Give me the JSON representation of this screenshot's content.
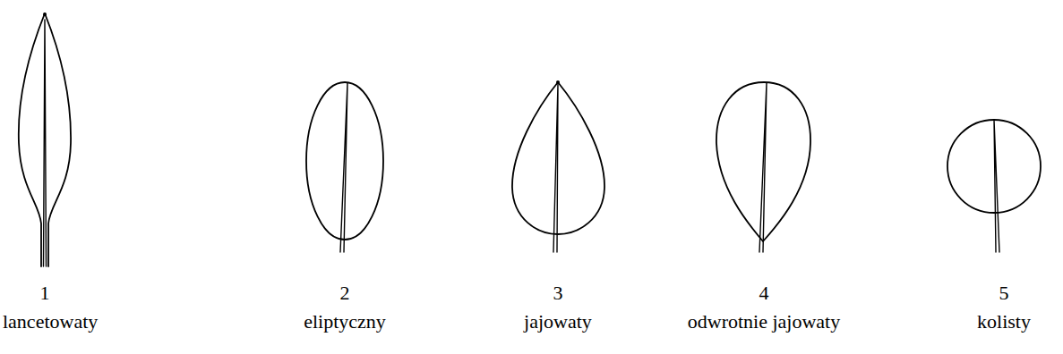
{
  "diagram": {
    "labels": [
      "1",
      "lancetowaty",
      "2",
      "eliptyczny",
      "3",
      "jajowaty",
      "4",
      "odwrotnie jajowaty",
      "5",
      "kolisty"
    ]
  }
}
